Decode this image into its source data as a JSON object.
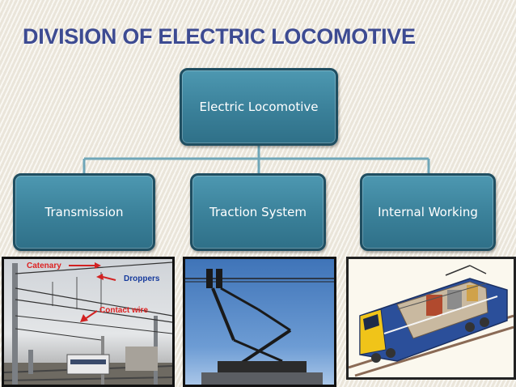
{
  "slide": {
    "title": "DIVISION OF ELECTRIC LOCOMOTIVE"
  },
  "hierarchy": {
    "root": "Electric Locomotive",
    "children": [
      "Transmission",
      "Traction System",
      "Internal Working"
    ]
  },
  "photos": {
    "catenary": {
      "labels": [
        "Catenary",
        "Droppers",
        "Contact wire"
      ]
    }
  },
  "colors": {
    "title": "#3d4b92",
    "node_fill": "#3a8099",
    "node_border": "#1f4e61",
    "connector": "#6fa6b8",
    "label_red": "#d22222",
    "label_blue": "#163a9c"
  }
}
